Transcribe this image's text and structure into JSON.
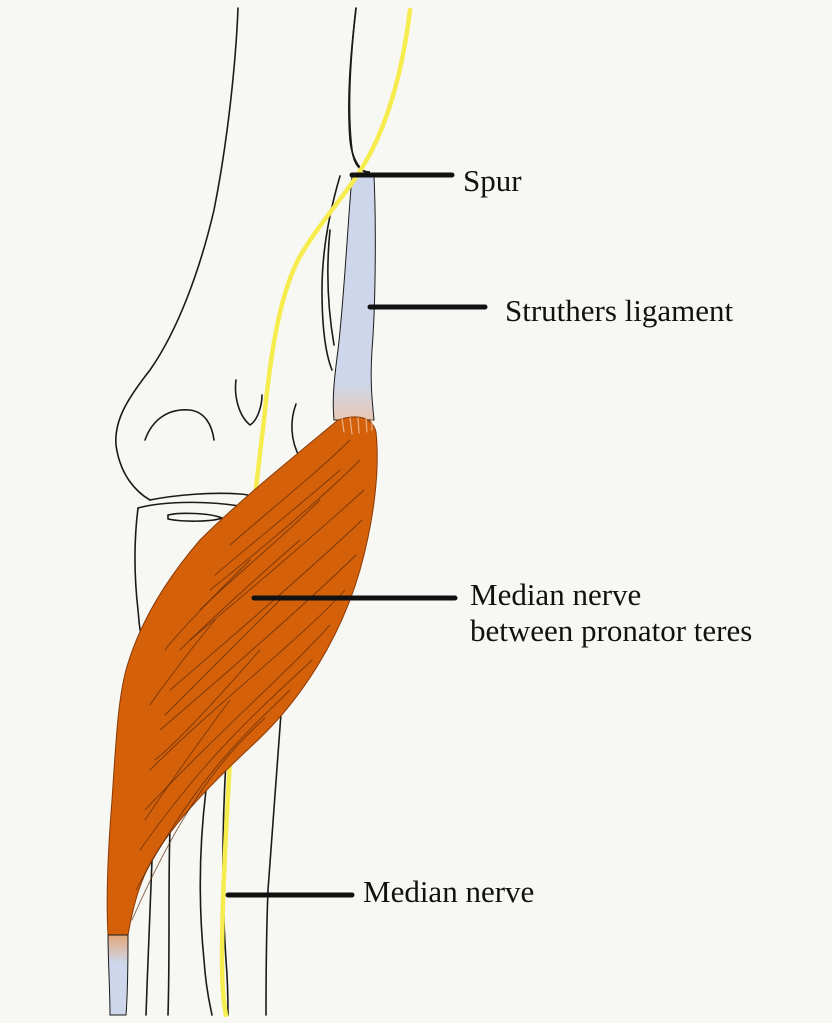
{
  "labels": {
    "spur": "Spur",
    "struthers_ligament": "Struthers ligament",
    "median_between_line1": "Median nerve",
    "median_between_line2": "between pronator teres",
    "median_nerve": "Median nerve"
  },
  "colors": {
    "background": "#f7f7f4",
    "outline": "#1a1a1a",
    "nerve": "#f6ec4e",
    "ligament": "#cdd6ea",
    "muscle": "#d4600a",
    "muscle_fiber": "#5a2a08",
    "leader_line": "#111111"
  }
}
